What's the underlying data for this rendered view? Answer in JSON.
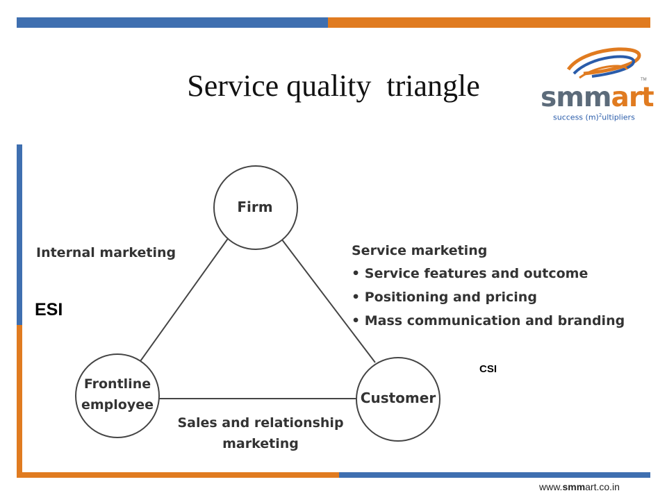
{
  "slide": {
    "title": "Service quality  triangle",
    "website_prefix": "www.",
    "website_bold": "smm",
    "website_suffix": "art.co.in"
  },
  "logo": {
    "brand_a": "smm",
    "brand_b": "art",
    "tm": "TM",
    "tagline_a": "success (m)",
    "tagline_sup": "2",
    "tagline_b": "ultipliers"
  },
  "diagram": {
    "nodes": {
      "firm": "Firm",
      "frontline_line1": "Frontline",
      "frontline_line2": "employee",
      "customer": "Customer"
    },
    "edges": {
      "internal_marketing": "Internal marketing",
      "service_marketing": {
        "heading": "Service marketing",
        "items": [
          "• Service features and outcome",
          "• Positioning and pricing",
          "• Mass communication and branding"
        ]
      },
      "sales_line1": "Sales and relationship",
      "sales_line2": "marketing"
    }
  },
  "annotations": {
    "esi": "ESI",
    "csi": "CSI"
  },
  "colors": {
    "accent_blue": "#3f6fb0",
    "accent_orange": "#e07b20",
    "diagram_stroke": "#444444"
  }
}
